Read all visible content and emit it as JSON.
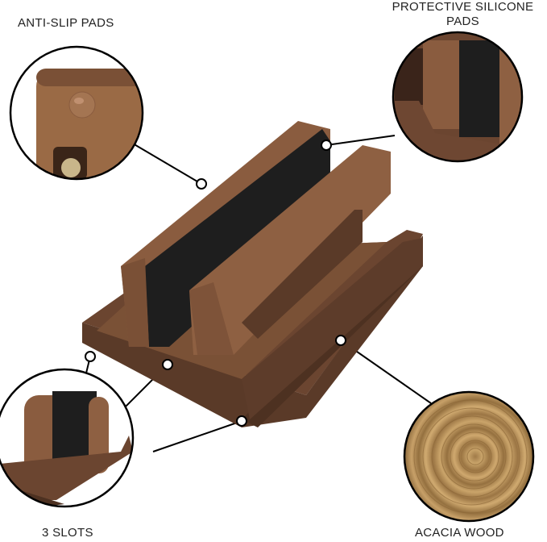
{
  "infographic": {
    "callouts": [
      {
        "id": "anti-slip",
        "label": "ANTI-SLIP PADS"
      },
      {
        "id": "silicone",
        "label": "PROTECTIVE SILICONE PADS",
        "line1": "PROTECTIVE SILICONE",
        "line2": "PADS"
      },
      {
        "id": "slots",
        "label": "3 SLOTS"
      },
      {
        "id": "wood",
        "label": "ACACIA WOOD"
      }
    ],
    "colors": {
      "wood_dark": "#5a3a28",
      "wood_mid": "#7a5136",
      "wood_light": "#96684a",
      "pad_black": "#1e1e1e",
      "acacia_ring": "#b98f55",
      "line": "#000000"
    }
  }
}
